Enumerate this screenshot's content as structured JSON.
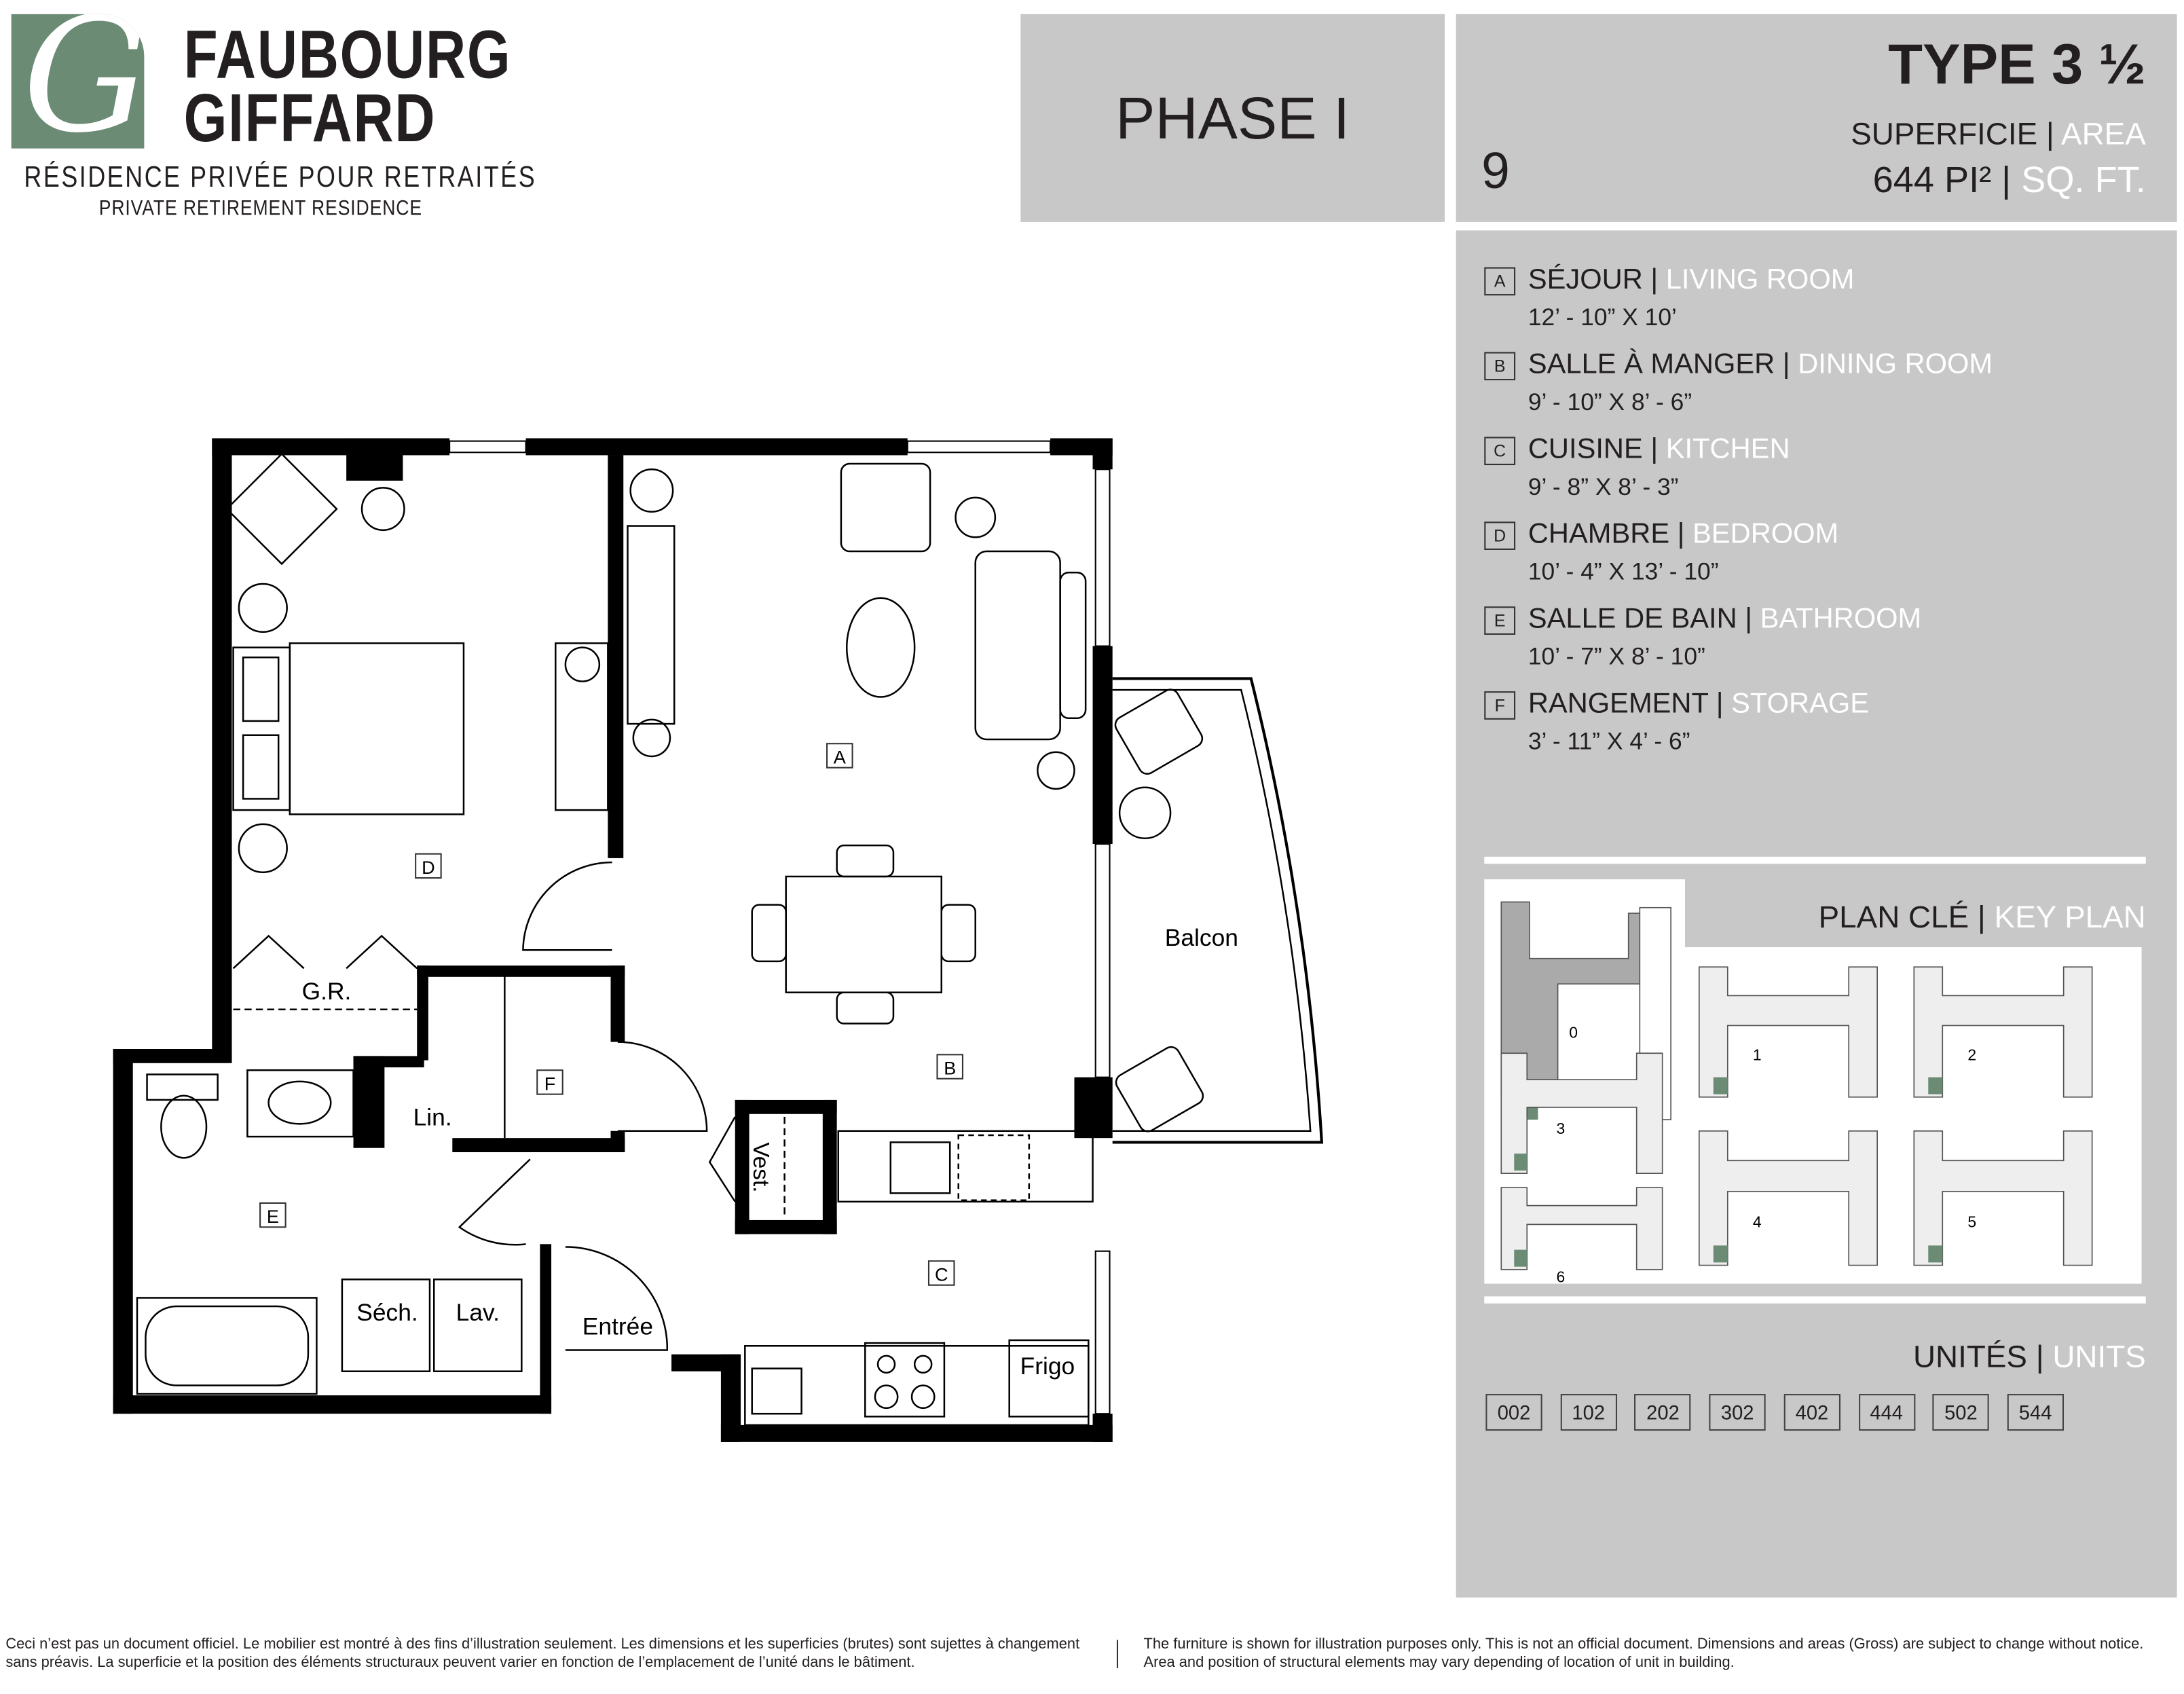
{
  "logo": {
    "letter": "G",
    "name_line1": "FAUBOURG",
    "name_line2": "GIFFARD",
    "tagline_fr": "RÉSIDENCE PRIVÉE POUR RETRAITÉS",
    "tagline_en": "PRIVATE RETIREMENT RESIDENCE",
    "color": "#6b8b74"
  },
  "phase": "PHASE I",
  "unit_type": {
    "number": "9",
    "type": "TYPE 3 ½",
    "area_label_fr": "SUPERFICIE",
    "area_label_en": "AREA",
    "area_value": "644 PI²",
    "area_unit_en": "SQ. FT."
  },
  "rooms": [
    {
      "letter": "A",
      "fr": "SÉJOUR",
      "en": "LIVING ROOM",
      "dims": "12’ - 10” X 10’"
    },
    {
      "letter": "B",
      "fr": "SALLE À MANGER",
      "en": "DINING ROOM",
      "dims": "9’ - 10” X 8’ - 6”"
    },
    {
      "letter": "C",
      "fr": "CUISINE",
      "en": "KITCHEN",
      "dims": "9’ - 8” X 8’ - 3”"
    },
    {
      "letter": "D",
      "fr": "CHAMBRE",
      "en": "BEDROOM",
      "dims": "10’ - 4” X 13’ - 10”"
    },
    {
      "letter": "E",
      "fr": "SALLE DE BAIN",
      "en": "BATHROOM",
      "dims": "10’ - 7” X 8’ - 10”"
    },
    {
      "letter": "F",
      "fr": "RANGEMENT",
      "en": "STORAGE",
      "dims": "3’ - 11” X 4’ - 6”"
    }
  ],
  "key_plan": {
    "title_fr": "PLAN CLÉ",
    "title_en": "KEY PLAN",
    "floors": [
      "0",
      "1",
      "2",
      "3",
      "4",
      "5",
      "6"
    ]
  },
  "units": {
    "title_fr": "UNITÉS",
    "title_en": "UNITS",
    "list": [
      "002",
      "102",
      "202",
      "302",
      "402",
      "444",
      "502",
      "544"
    ]
  },
  "plan_labels": {
    "a": "A",
    "b": "B",
    "c": "C",
    "d": "D",
    "e": "E",
    "f": "F",
    "gr": "G.R.",
    "lin": "Lin.",
    "balcon": "Balcon",
    "vest": "Vest.",
    "sech": "Séch.",
    "lav": "Lav.",
    "entree": "Entrée",
    "frigo": "Frigo"
  },
  "footer": {
    "fr": "Ceci n’est pas un document officiel. Le mobilier est montré à des fins d’illustration seulement. Les dimensions et les superficies (brutes) sont sujettes à changement sans préavis. La superficie et la position des éléments structuraux peuvent varier en fonction de l’emplacement de l’unité dans le bâtiment.",
    "en": "The furniture is shown for illustration purposes only. This is not an official document. Dimensions and areas (Gross) are subject to change without notice. Area and position of structural elements may vary depending of location of unit in building."
  }
}
